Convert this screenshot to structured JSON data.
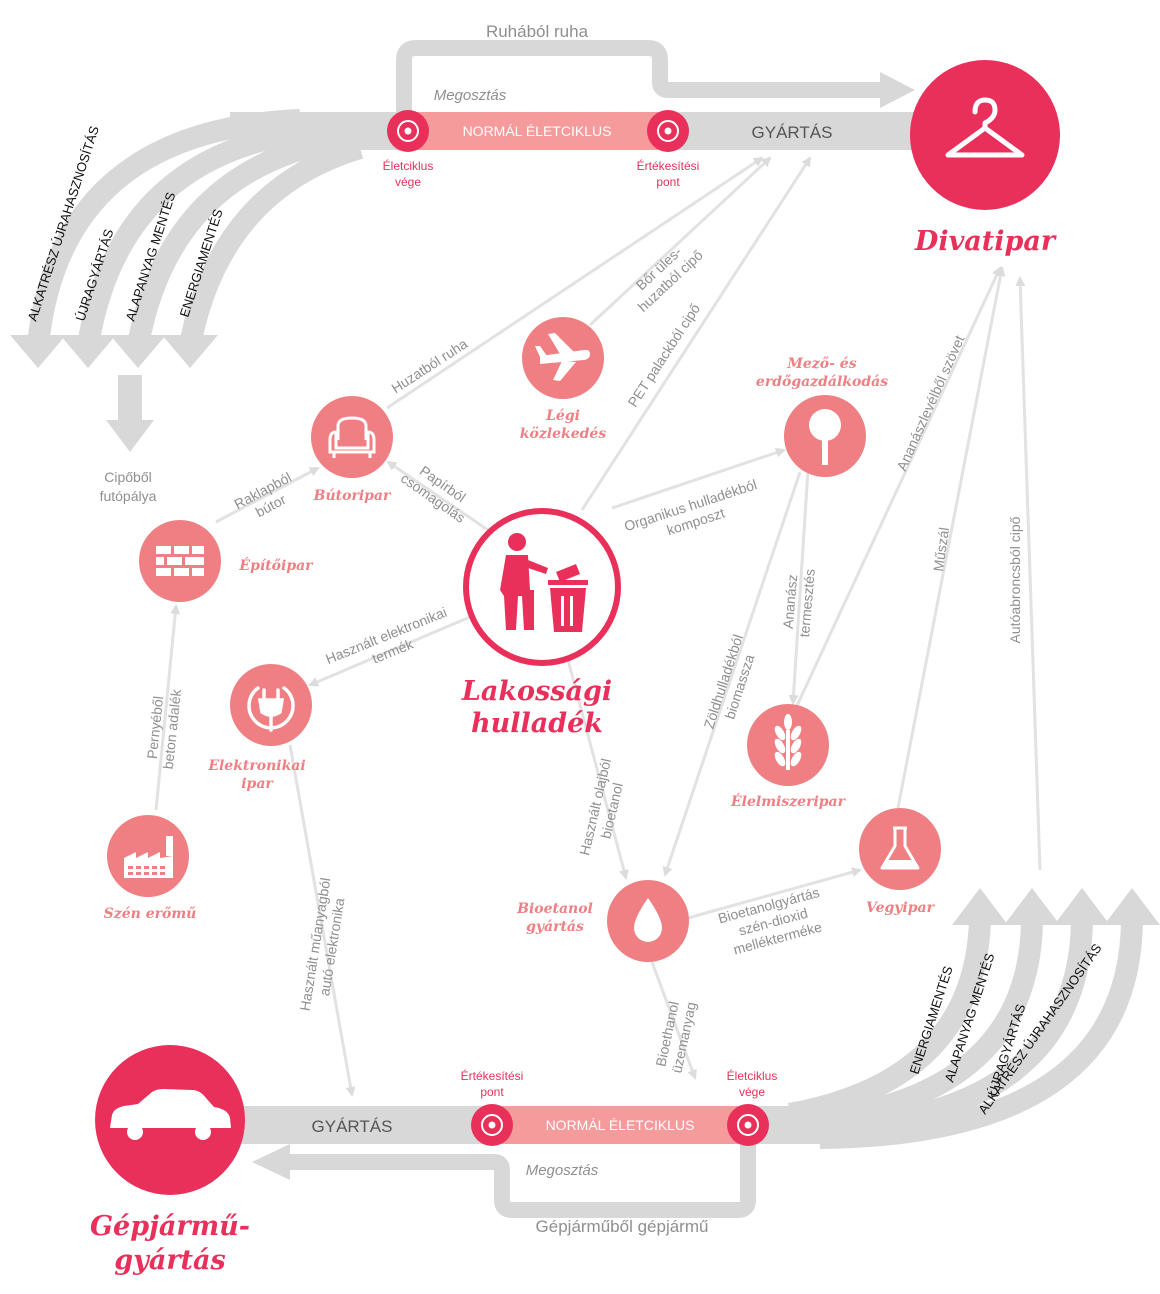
{
  "colors": {
    "primary": "#e8305a",
    "light": "#ef7f82",
    "band": "#f59b9b",
    "gray": "#d8d8d8",
    "arrow": "#e2e2e2",
    "text": "#8f8f8f"
  },
  "top": {
    "loop_label": "Ruhából ruha",
    "sharing": "Megosztás",
    "lifecycle": "NORMÁL ÉLETCIKLUS",
    "production": "GYÁRTÁS",
    "end_of_life": [
      "Életciklus",
      "vége"
    ],
    "sales_point": [
      "Értékesítési",
      "pont"
    ],
    "streams": [
      "ALKATRÉSZ ÚJRAHASZNOSÍTÁS",
      "ÚJRAGYÁRTÁS",
      "ALAPANYAG MENTÉS",
      "ENERGIAMENTÉS"
    ],
    "fashion": "Divatipar",
    "fashion_icon": "hanger-icon"
  },
  "bottom": {
    "loop_label": "Gépjárműből gépjármű",
    "sharing": "Megosztás",
    "lifecycle": "NORMÁL ÉLETCIKLUS",
    "production": "GYÁRTÁS",
    "sales_point": [
      "Értékesítési",
      "pont"
    ],
    "end_of_life": [
      "Életciklus",
      "vége"
    ],
    "streams": [
      "ENERGIAMENTÉS",
      "ALAPANYAG MENTÉS",
      "ÚJRAGYÁRTÁS",
      "ALKATRÉSZ ÚJRAHASZNOSÍTÁS"
    ],
    "automotive": [
      "Gépjármű-",
      "gyártás"
    ],
    "automotive_icon": "car-icon"
  },
  "center": {
    "label": [
      "Lakossági",
      "hulladék"
    ],
    "icon": "trash-person-icon"
  },
  "nodes": {
    "furniture": {
      "label": [
        "Bútoripar"
      ],
      "icon": "armchair-icon"
    },
    "air": {
      "label": [
        "Légi",
        "közlekedés"
      ],
      "icon": "airplane-icon"
    },
    "agri": {
      "label": [
        "Mező- és",
        "erdőgazdálkodás"
      ],
      "icon": "tree-icon"
    },
    "construction": {
      "label": [
        "Építőipar"
      ],
      "icon": "bricks-icon"
    },
    "electronics": {
      "label": [
        "Elektronikai",
        "ipar"
      ],
      "icon": "plug-icon"
    },
    "food": {
      "label": [
        "Élelmiszeripar"
      ],
      "icon": "wheat-icon"
    },
    "coal": {
      "label": [
        "Szén erőmű"
      ],
      "icon": "factory-icon"
    },
    "bioethanol": {
      "label": [
        "Bioetanol",
        "gyártás"
      ],
      "icon": "drop-icon"
    },
    "chemical": {
      "label": [
        "Vegyipar"
      ],
      "icon": "flask-icon"
    }
  },
  "flows": {
    "shoe_track": [
      "Cipőből",
      "futópálya"
    ],
    "pallet": [
      "Raklapból",
      "bútor"
    ],
    "paper": [
      "Papírból",
      "csomagolás"
    ],
    "upholstery": [
      "Huzatból ruha"
    ],
    "seat": [
      "Bőr üles-",
      "huzatból cipő"
    ],
    "pet": [
      "PET palackból cipő"
    ],
    "organic": [
      "Organikus hulladékból",
      "komposzt"
    ],
    "pineapple_fibre": [
      "Ananászlevélből szövet"
    ],
    "synthetic": [
      "Műszál"
    ],
    "tyre": [
      "Autóabroncsból cipő"
    ],
    "pineapple_grow": [
      "Ananász",
      "termesztés"
    ],
    "green": [
      "Zöldhulladékból",
      "biomassza"
    ],
    "used_electronics": [
      "Használt elektronikai",
      "termék"
    ],
    "fly_ash": [
      "Pernyéből",
      "beton adalék"
    ],
    "plastic": [
      "Használt műanyagból",
      "autó elektronika"
    ],
    "oil": [
      "Használt olajból",
      "bioetanol"
    ],
    "co2": [
      "Bioetanolgyártás",
      "szén-dioxid",
      "mellékterméke"
    ],
    "fuel": [
      "Bioethanol",
      "üzemanyag"
    ]
  }
}
